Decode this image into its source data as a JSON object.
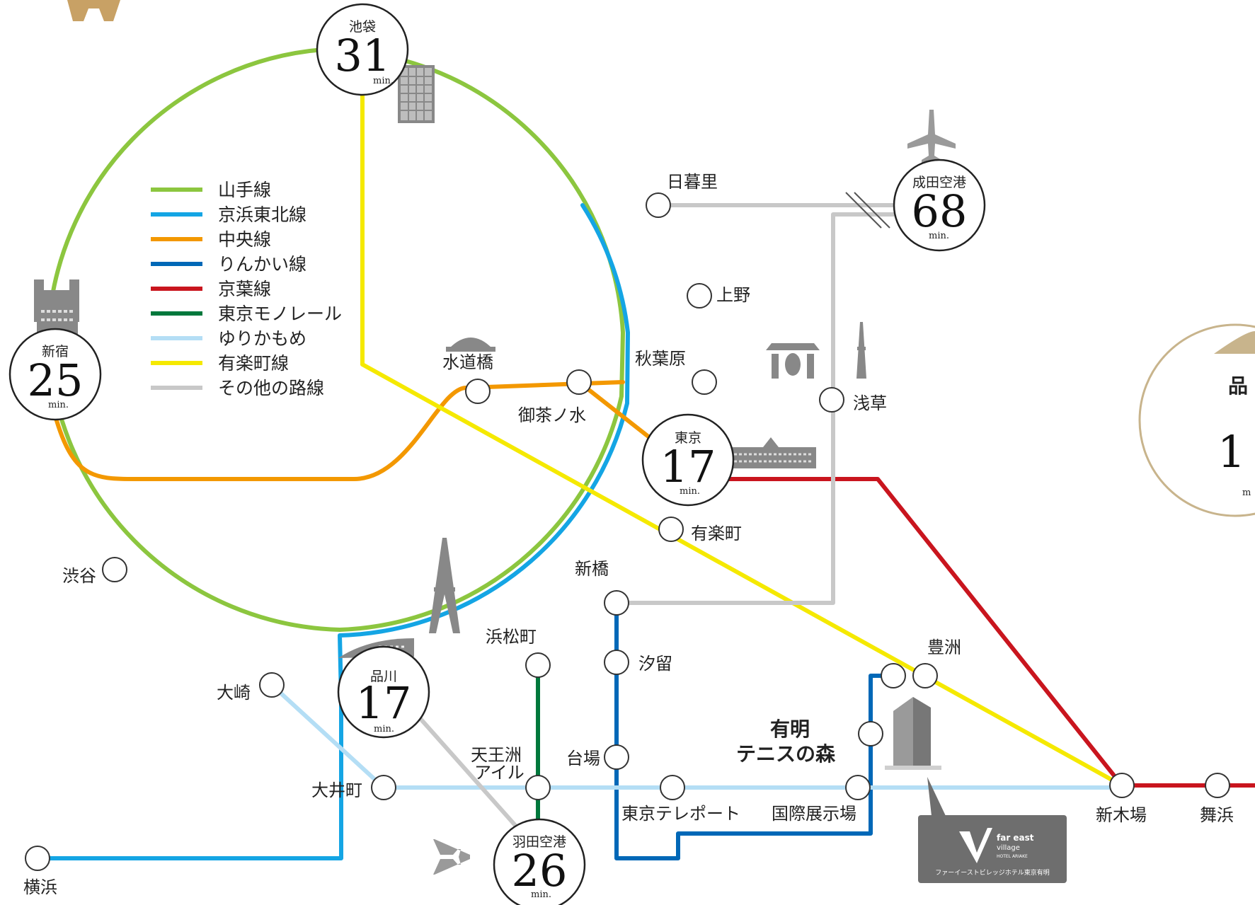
{
  "colors": {
    "yamanote": "#8cc63f",
    "keihin_tohoku": "#14a5e4",
    "chuo": "#f39800",
    "rinkai": "#0068b7",
    "keiyo": "#c9151e",
    "monorail": "#00783c",
    "yurikamome": "#b4def5",
    "yurakucho": "#f5e900",
    "other": "#c8c8c8",
    "hotel_badge": "#6e6e6e",
    "gold_ring": "#c8b48c"
  },
  "legend": [
    {
      "key": "yamanote",
      "label": "山手線"
    },
    {
      "key": "keihin_tohoku",
      "label": "京浜東北線"
    },
    {
      "key": "chuo",
      "label": "中央線"
    },
    {
      "key": "rinkai",
      "label": "りんかい線"
    },
    {
      "key": "keiyo",
      "label": "京葉線"
    },
    {
      "key": "monorail",
      "label": "東京モノレール"
    },
    {
      "key": "yurikamome",
      "label": "ゆりかもめ"
    },
    {
      "key": "yurakucho",
      "label": "有楽町線"
    },
    {
      "key": "other",
      "label": "その他の路線"
    }
  ],
  "hubs": {
    "ikebukuro": {
      "name": "池袋",
      "minutes": "31",
      "unit": "min."
    },
    "shinjuku": {
      "name": "新宿",
      "minutes": "25",
      "unit": "min."
    },
    "tokyo": {
      "name": "東京",
      "minutes": "17",
      "unit": "min."
    },
    "shinagawa": {
      "name": "品川",
      "minutes": "17",
      "unit": "min."
    },
    "narita": {
      "name": "成田空港",
      "minutes": "68",
      "unit": "min."
    },
    "haneda": {
      "name": "羽田空港",
      "minutes": "26",
      "unit": "min."
    },
    "shinagawa_cropped": {
      "name": "品",
      "minutes": "1",
      "unit": "m"
    }
  },
  "stations": {
    "nippori": "日暮里",
    "ueno": "上野",
    "akihabara": "秋葉原",
    "suidobashi": "水道橋",
    "ochanomizu": "御茶ノ水",
    "yurakucho": "有楽町",
    "shimbashi": "新橋",
    "hamamatsucho": "浜松町",
    "shibuya": "渋谷",
    "osaki": "大崎",
    "oimachi": "大井町",
    "yokohama": "横浜",
    "tennozu_1": "天王洲",
    "tennozu_2": "アイル",
    "shiodome": "汐留",
    "daiba": "台場",
    "telecom": "東京テレポート",
    "kokusai": "国際展示場",
    "toyosu": "豊洲",
    "shinkiba": "新木場",
    "maihama": "舞浜",
    "asakusa": "浅草"
  },
  "destination": {
    "line1": "有明",
    "line2": "テニスの森"
  },
  "hotel": {
    "logo_line1": "far east",
    "logo_line2": "village",
    "logo_line3": "HOTEL ARIAKE",
    "name": "ファーイーストビレッジホテル東京有明"
  }
}
